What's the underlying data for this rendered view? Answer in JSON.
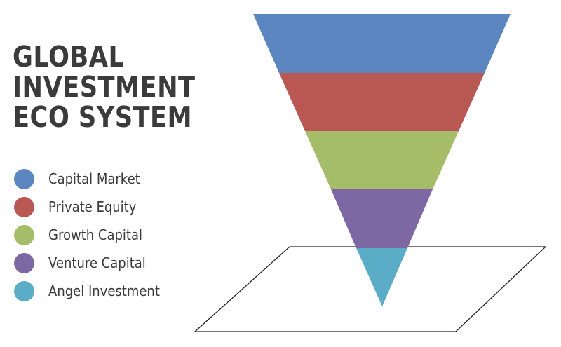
{
  "title": {
    "lines": [
      "GLOBAL",
      "INVESTMENT",
      "ECO SYSTEM"
    ]
  },
  "levels": [
    {
      "label": "Capital Market",
      "color": "#5b86c0"
    },
    {
      "label": "Private Equity",
      "color": "#b95753"
    },
    {
      "label": "Growth Capital",
      "color": "#a5bd68"
    },
    {
      "label": "Venture Capital",
      "color": "#7d68a3"
    },
    {
      "label": "Angel Investment",
      "color": "#5bacc7"
    }
  ],
  "colors": {
    "text": "#3b3b3b",
    "platform_outline": "#222222"
  }
}
